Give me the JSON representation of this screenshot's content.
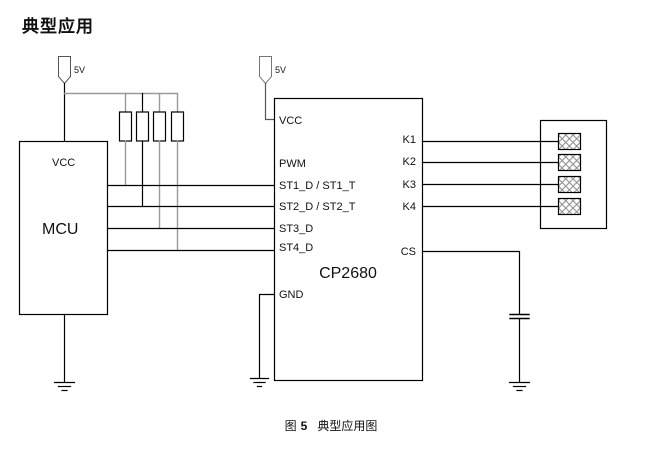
{
  "section_title": "典型应用",
  "caption": {
    "prefix": "图",
    "number": "5",
    "text": "典型应用图"
  },
  "supplies": {
    "left": "5V",
    "right": "5V"
  },
  "mcu": {
    "vcc_label": "VCC",
    "name": "MCU"
  },
  "chip": {
    "name": "CP2680",
    "left_pins": [
      "VCC",
      "PWM",
      "ST1_D / ST1_T",
      "ST2_D / ST2_T",
      "ST3_D",
      "ST4_D",
      "GND"
    ],
    "right_pins": [
      "K1",
      "K2",
      "K3",
      "K4",
      "CS"
    ]
  },
  "components": {
    "pullup_resistors": 4,
    "touch_keys": 4,
    "capacitor": "CS capacitor",
    "grounds": 3
  },
  "colors": {
    "wire": "#000000",
    "rail": "#9a9a9a",
    "key_hatch": "#8a8a8a"
  }
}
